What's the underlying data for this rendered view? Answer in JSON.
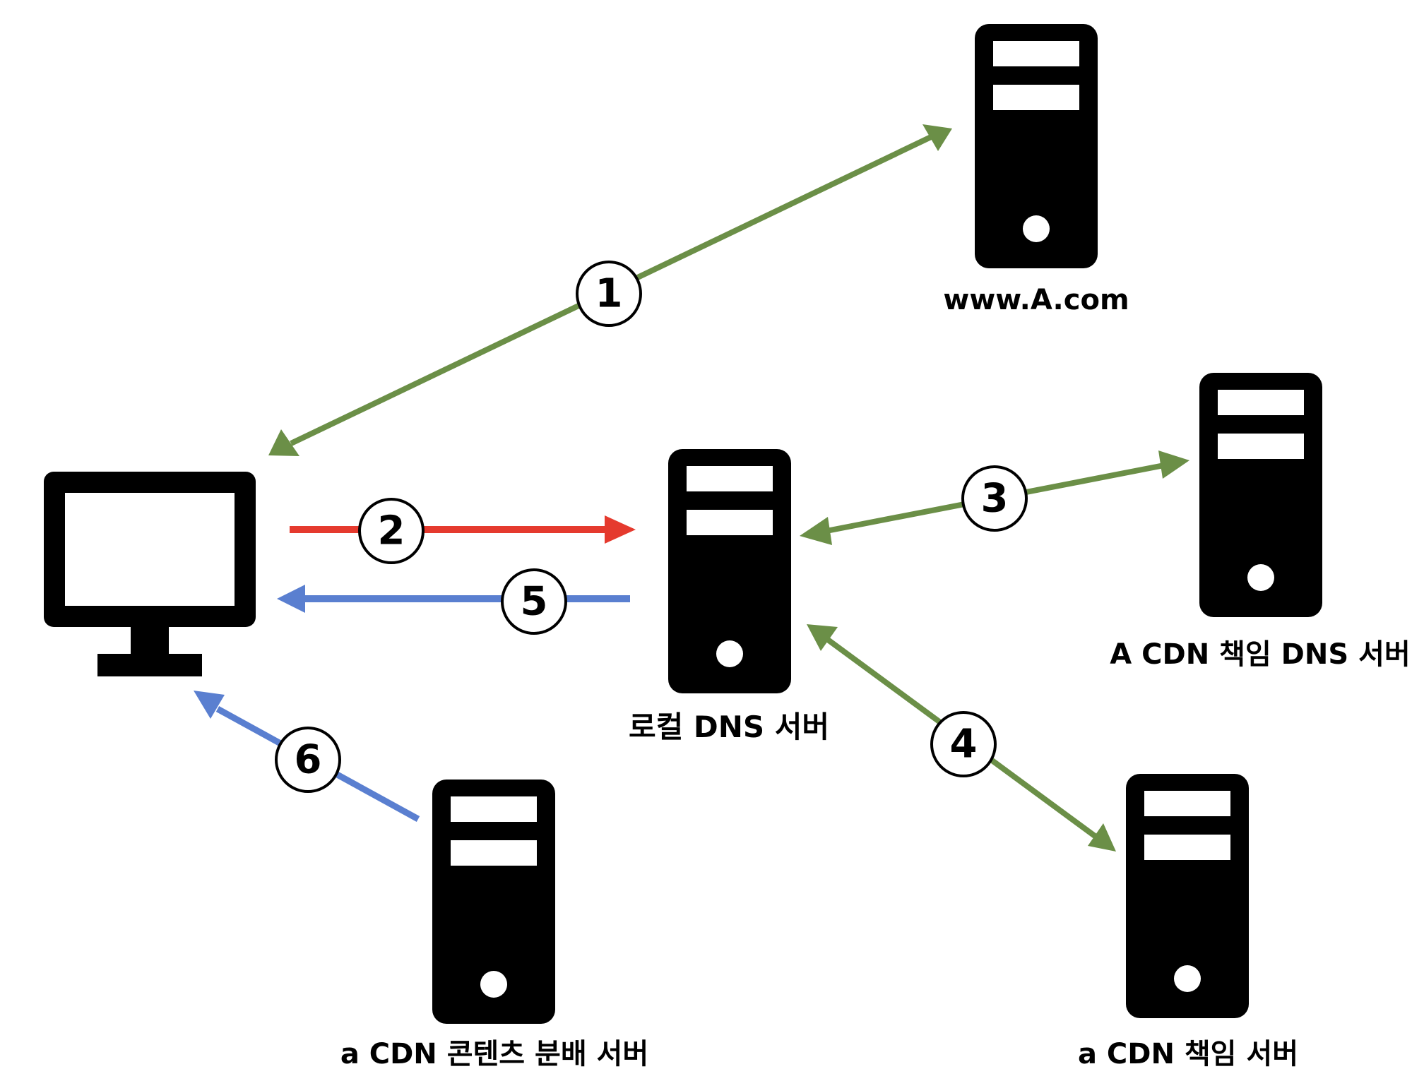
{
  "colors": {
    "green": "#6b8f47",
    "red": "#e53a2e",
    "blue": "#5a7fd0",
    "device": "#000000",
    "background": "#ffffff"
  },
  "nodes": {
    "client": {
      "icon": "computer-monitor-icon"
    },
    "origin_server": {
      "label": "www.A.com",
      "icon": "server-tower-icon"
    },
    "local_dns": {
      "label": "로컬 DNS 서버",
      "icon": "server-tower-icon"
    },
    "cdn_authoritative_dns": {
      "label": "A CDN 책임 DNS 서버",
      "icon": "server-tower-icon"
    },
    "cdn_authoritative": {
      "label": "a CDN 책임 서버",
      "icon": "server-tower-icon"
    },
    "cdn_content": {
      "label": "a CDN 콘텐츠 분배 서버",
      "icon": "server-tower-icon"
    }
  },
  "steps": [
    {
      "num": "1",
      "color": "green",
      "from": "client",
      "to": "origin_server",
      "bidirectional": true
    },
    {
      "num": "2",
      "color": "red",
      "from": "client",
      "to": "local_dns",
      "bidirectional": false
    },
    {
      "num": "3",
      "color": "green",
      "from": "local_dns",
      "to": "cdn_authoritative_dns",
      "bidirectional": true
    },
    {
      "num": "4",
      "color": "green",
      "from": "local_dns",
      "to": "cdn_authoritative",
      "bidirectional": true
    },
    {
      "num": "5",
      "color": "blue",
      "from": "local_dns",
      "to": "client",
      "bidirectional": false
    },
    {
      "num": "6",
      "color": "blue",
      "from": "cdn_content",
      "to": "client",
      "bidirectional": false
    }
  ]
}
